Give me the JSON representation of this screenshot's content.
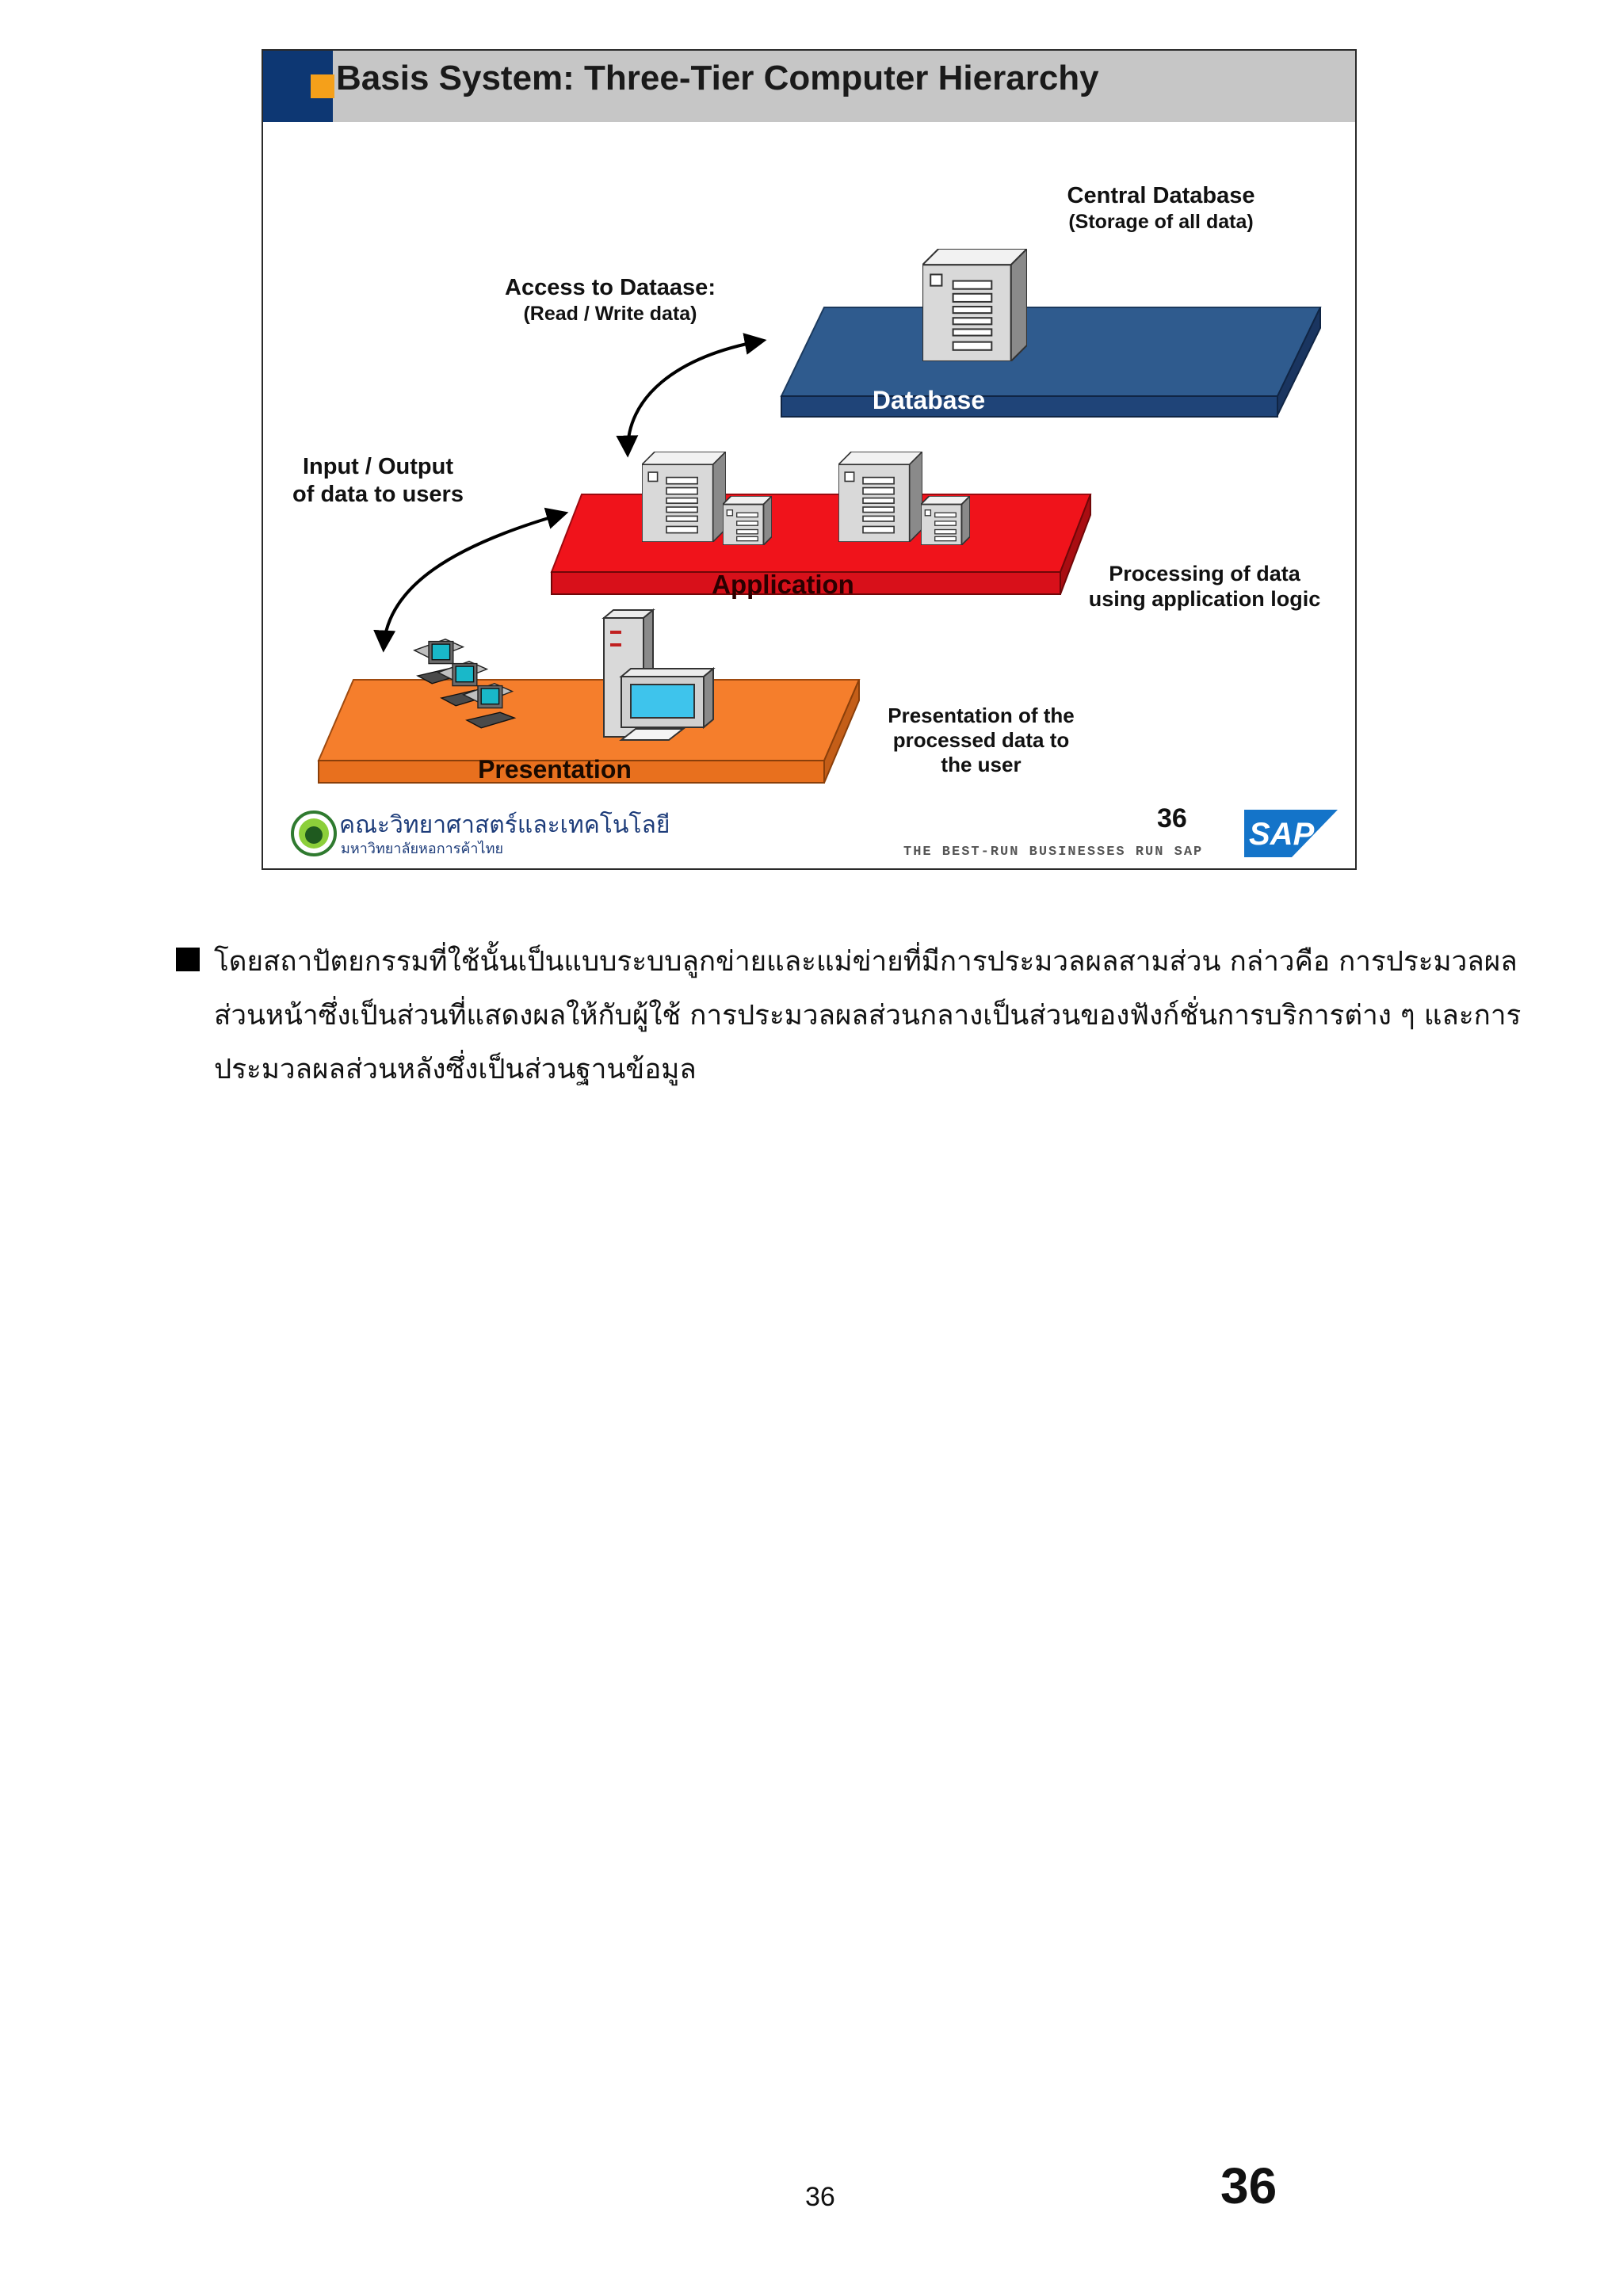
{
  "slide": {
    "title": "Basis System: Three-Tier Computer Hierarchy",
    "labels": {
      "central_db_title": "Central Database",
      "central_db_sub": "(Storage of all data)",
      "access_title": "Access to Dataase:",
      "access_sub": "(Read / Write data)",
      "io_line1": "Input / Output",
      "io_line2": "of data to users",
      "processing_line1": "Processing of data",
      "processing_line2": "using application logic",
      "presentation_line1": "Presentation of the",
      "presentation_line2": "processed data to",
      "presentation_line3": "the user"
    },
    "tiers": {
      "database": "Database",
      "application": "Application",
      "presentation": "Presentation"
    },
    "tier_colors": {
      "database": "#325b8c",
      "application": "#f0131b",
      "presentation": "#f57e2c"
    },
    "footer": {
      "faculty": "คณะวิทยาศาสตร์และเทคโนโลยี",
      "university": "มหาวิทยาลัยหอการค้าไทย",
      "slide_number": "36",
      "tagline": "THE BEST-RUN BUSINESSES RUN SAP",
      "logo_text": "SAP"
    }
  },
  "body": {
    "paragraph": "โดยสถาปัตยกรรมที่ใช้นั้นเป็นแบบระบบลูกข่ายและแม่ข่ายที่มีการประมวลผลสามส่วน กล่าวคือ   การประมวลผลส่วนหน้าซึ่งเป็นส่วนที่แสดงผลให้กับผู้ใช้ การประมวลผลส่วนกลางเป็นส่วนของฟังก์ชั่นการบริการต่าง ๆ และการประมวลผลส่วนหลังซึ่งเป็นส่วนฐานข้อมูล"
  },
  "page": {
    "number_small": "36",
    "number_large": "36"
  }
}
